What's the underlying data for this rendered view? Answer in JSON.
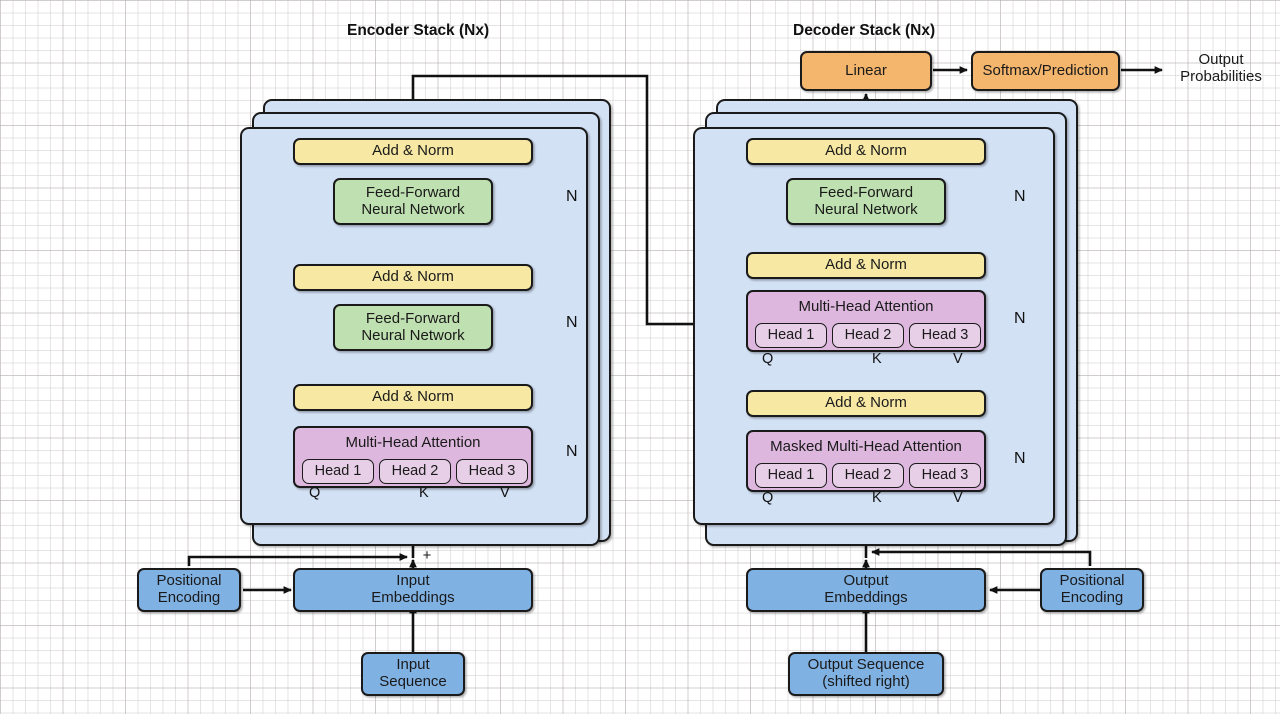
{
  "diagram": {
    "title_encoder": "Encoder Stack (Nx)",
    "title_decoder": "Decoder Stack (Nx)"
  },
  "encoder": {
    "stack_label": "Encoder Stack (Nx)",
    "layers": [
      {
        "add_norm": "Add & Norm",
        "sublayer": "Feed-Forward\nNeural Network",
        "n": "N"
      },
      {
        "add_norm": "Add & Norm",
        "sublayer": "Feed-Forward\nNeural Network",
        "n": "N"
      },
      {
        "add_norm": "Add & Norm",
        "sublayer": "Multi-Head Attention",
        "n": "N"
      }
    ],
    "attention": {
      "title": "Multi-Head Attention",
      "heads": [
        "Head 1",
        "Head 2",
        "Head 3"
      ],
      "qkv": [
        "Q",
        "K",
        "V"
      ]
    },
    "inputs": {
      "positional_encoding": "Positional\nEncoding",
      "embeddings": "Input\nEmbeddings",
      "sequence": "Input\nSequence",
      "plus": "+"
    }
  },
  "decoder": {
    "stack_label": "Decoder Stack (Nx)",
    "layers": [
      {
        "add_norm": "Add & Norm",
        "sublayer": "Feed-Forward\nNeural Network",
        "n": "N"
      },
      {
        "add_norm": "Add & Norm",
        "sublayer": "Multi-Head Attention",
        "n": "N"
      },
      {
        "add_norm": "Add & Norm",
        "sublayer": "Masked Multi-Head Attention",
        "n": "N"
      }
    ],
    "cross_attention": {
      "title": "Multi-Head Attention",
      "heads": [
        "Head 1",
        "Head 2",
        "Head 3"
      ],
      "qkv": [
        "Q",
        "K",
        "V"
      ]
    },
    "masked_attention": {
      "title": "Masked Multi-Head Attention",
      "heads": [
        "Head 1",
        "Head 2",
        "Head 3"
      ],
      "qkv": [
        "Q",
        "K",
        "V"
      ]
    },
    "inputs": {
      "positional_encoding": "Positional\nEncoding",
      "embeddings": "Output\nEmbeddings",
      "sequence": "Output Sequence\n(shifted right)"
    }
  },
  "output_head": {
    "linear": "Linear",
    "softmax": "Softmax/Prediction",
    "probabilities": "Output\nProbabilities"
  },
  "colors": {
    "card": "#d3e1f5",
    "add_norm": "#f7e9a4",
    "feed_forward": "#bfe0b0",
    "attention": "#ddb7dd",
    "head": "#e7cfe7",
    "embedding": "#80b1e3",
    "output": "#f4b56d",
    "stroke": "#1a1a1a"
  }
}
